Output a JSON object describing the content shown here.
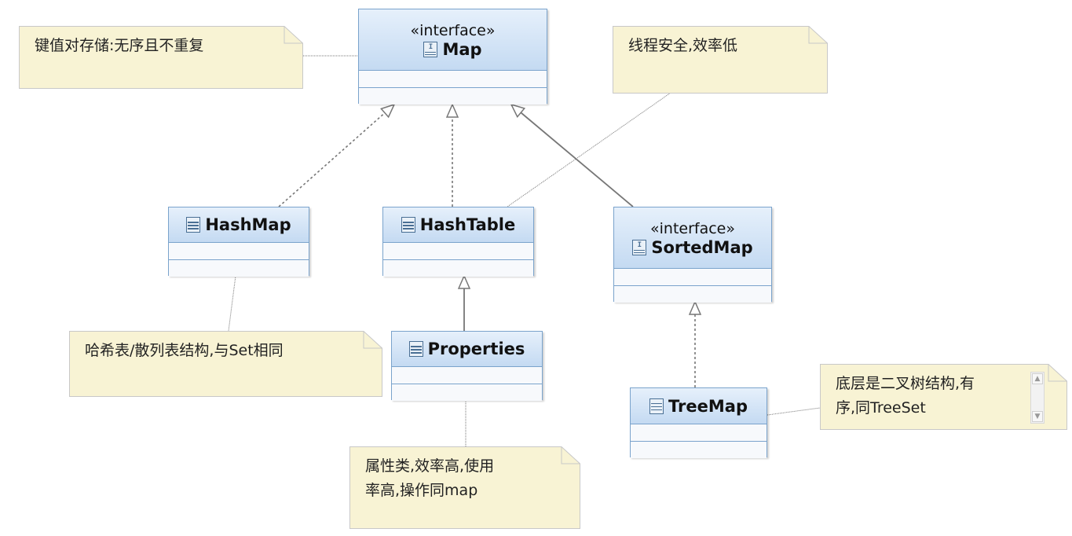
{
  "interfaces": {
    "map": {
      "stereotype": "«interface»",
      "name": "Map"
    },
    "sorted_map": {
      "stereotype": "«interface»",
      "name": "SortedMap"
    }
  },
  "classes": {
    "hash_map": {
      "name": "HashMap"
    },
    "hash_table": {
      "name": "HashTable"
    },
    "properties": {
      "name": "Properties"
    },
    "tree_map": {
      "name": "TreeMap"
    }
  },
  "notes": {
    "map_note": "键值对存储:无序且不重复",
    "hashtable_note": "线程安全,效率低",
    "hashmap_note": "哈希表/散列表结构,与Set相同",
    "properties_note": "属性类,效率高,使用\n率高,操作同map",
    "treemap_note": "底层是二叉树结构,有\n序,同TreeSet"
  },
  "icons": {
    "interface": "interface-icon",
    "class": "class-icon"
  },
  "colors": {
    "class_border": "#7aa3cc",
    "class_header": "#c4daf2",
    "note_fill": "#f8f3d4",
    "note_border": "#c8c8c8"
  }
}
